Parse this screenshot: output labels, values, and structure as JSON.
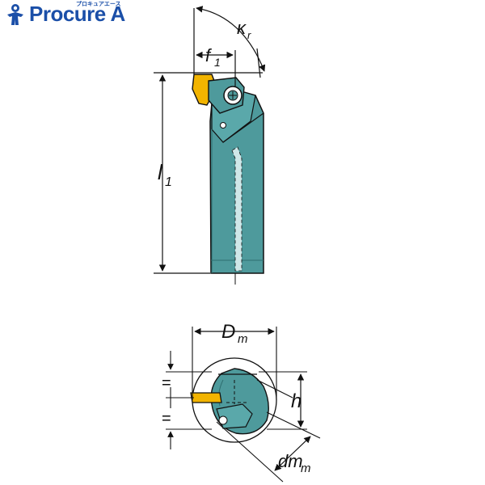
{
  "logo": {
    "text": "Procure A",
    "kana": "プロキュアエース",
    "color": "#1b4fa8"
  },
  "labels": {
    "kr_main": "κ",
    "kr_sub": "r",
    "f1_main": "f",
    "f1_sub": "1",
    "l1_main": "l",
    "l1_sub": "1",
    "dm_upper_main": "D",
    "dm_upper_sub": "m",
    "h": "h",
    "dm_lower_main": "dm",
    "dm_lower_sub": "m",
    "eq_top": "=",
    "eq_bottom": "="
  },
  "colors": {
    "body": "#4e9a9c",
    "body_dark": "#2f6e70",
    "insert": "#f2b400",
    "line": "#111111"
  }
}
